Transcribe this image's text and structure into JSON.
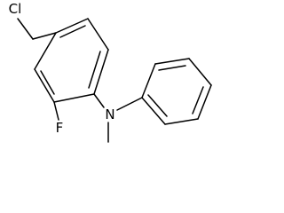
{
  "molecule": {
    "atom_labels": {
      "chlorine": "Cl",
      "fluorine": "F",
      "nitrogen": "N"
    }
  }
}
